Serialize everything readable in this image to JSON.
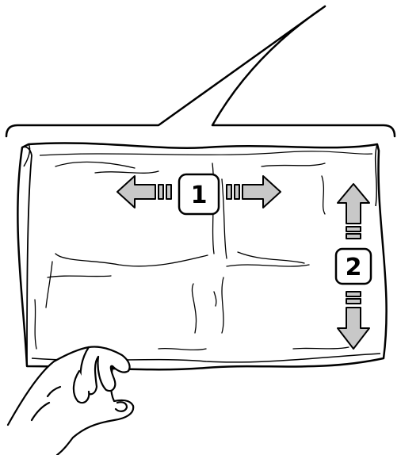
{
  "steps": [
    {
      "number": "1",
      "action": "stretch-horizontal"
    },
    {
      "number": "2",
      "action": "stretch-vertical"
    }
  ],
  "colors": {
    "line": "#000000",
    "arrow_fill": "#c8c8c8",
    "background": "#ffffff"
  }
}
